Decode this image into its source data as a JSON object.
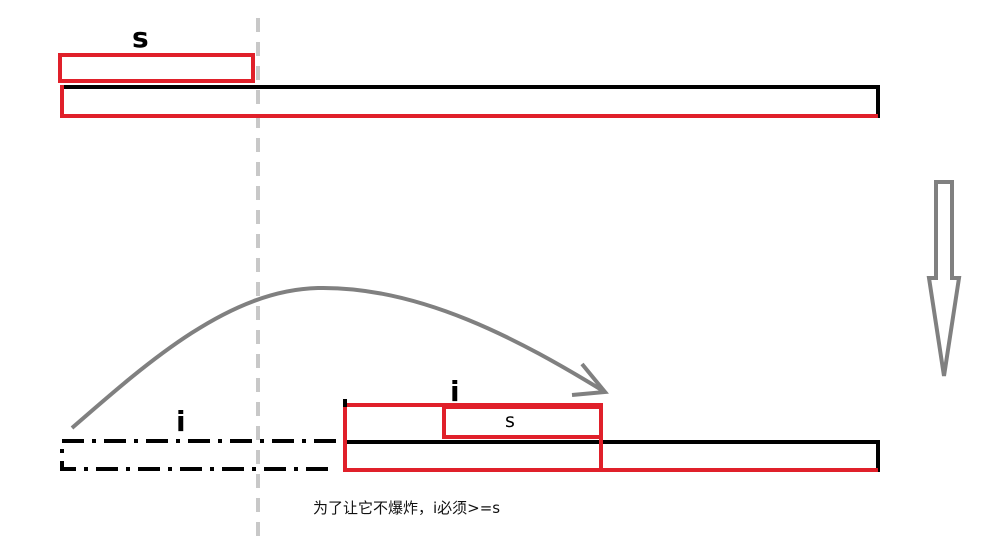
{
  "labels": {
    "top_s": "s",
    "bottom_i_left": "i",
    "bottom_i_right": "i",
    "bottom_s": "s"
  },
  "caption": "为了让它不爆炸，i必须>=s",
  "colors": {
    "red": "#e0202a",
    "black": "#000000",
    "gray": "#808080",
    "dashed_gray": "#c8c8c8"
  }
}
